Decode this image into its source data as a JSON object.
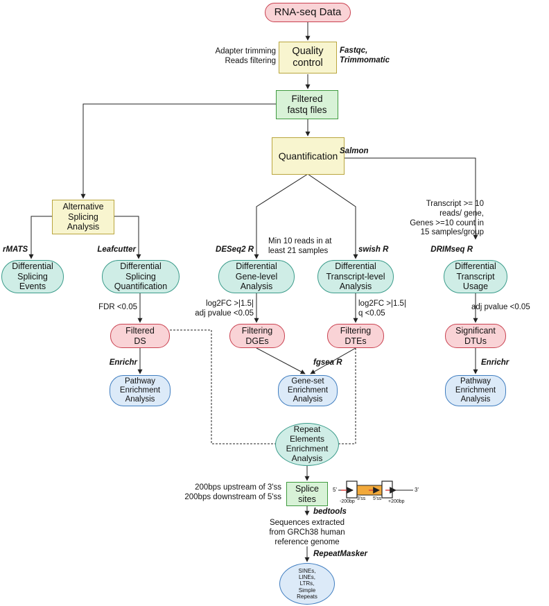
{
  "nodes": {
    "rnaseq": "RNA-seq Data",
    "qc": "Quality\ncontrol",
    "filtered_fastq": "Filtered\nfastq files",
    "quant": "Quantification",
    "alt_splicing": "Alternative\nSplicing\nAnalysis",
    "diff_splicing_events": "Differential\nSplicing\nEvents",
    "diff_splicing_quant": "Differential\nSplicing\nQuantification",
    "diff_gene": "Differential\nGene-level\nAnalysis",
    "diff_transcript": "Differential\nTranscript-level\nAnalysis",
    "diff_usage": "Differential\nTranscript\nUsage",
    "filtered_ds": "Filtered\nDS",
    "filtering_dges": "Filtering\nDGEs",
    "filtering_dtes": "Filtering\nDTEs",
    "significant_dtus": "Significant\nDTUs",
    "pathway_left": "Pathway\nEnrichment\nAnalysis",
    "geneset": "Gene-set\nEnrichment\nAnalysis",
    "pathway_right": "Pathway\nEnrichment\nAnalysis",
    "repeat": "Repeat\nElements\nEnrichment\nAnalysis",
    "splice_sites": "Splice\nsites",
    "repeats_circle": "SINEs,\nLINEs,\nLTRs,\nSimple\nRepeats"
  },
  "labels": {
    "adapter": "Adapter trimming\nReads filtering",
    "transcript_filter": "Transcript >= 10\nreads/ gene,\nGenes >=10 count in\n15 samples/group",
    "min_reads": "Min 10 reads in at\nleast 21 samples",
    "fdr": "FDR <0.05",
    "log2fc_gene": "log2FC >|1.5|\nadj pvalue  <0.05",
    "log2fc_tx": "log2FC >|1.5|\nq <0.05",
    "adj_pvalue": "adj pvalue <0.05",
    "bps": "200bps upstream of 3'ss\n200bps downstream of 5'ss",
    "sequences": "Sequences extracted\nfrom GRCh38 human\nreference genome"
  },
  "tools": {
    "fastqc": "Fastqc,\nTrimmomatic",
    "salmon": "Salmon",
    "rmats": "rMATS",
    "leafcutter": "Leafcutter",
    "deseq2": "DESeq2 R",
    "swish": "swish R",
    "drimseq": "DRIMseq R",
    "enrichr_left": "Enrichr",
    "fgsea": "fgsea R",
    "enrichr_right": "Enrichr",
    "bedtools": "bedtools",
    "repeatmasker": "RepeatMasker"
  },
  "splice_schematic": {
    "five_prime": "5'",
    "three_prime": "3'",
    "minus200": "-200bp",
    "ss3": "3'ss",
    "ss5": "5'ss",
    "plus200": "+200bp",
    "exon_color": "#f2a93b",
    "arrow_color": "#d8403f"
  }
}
